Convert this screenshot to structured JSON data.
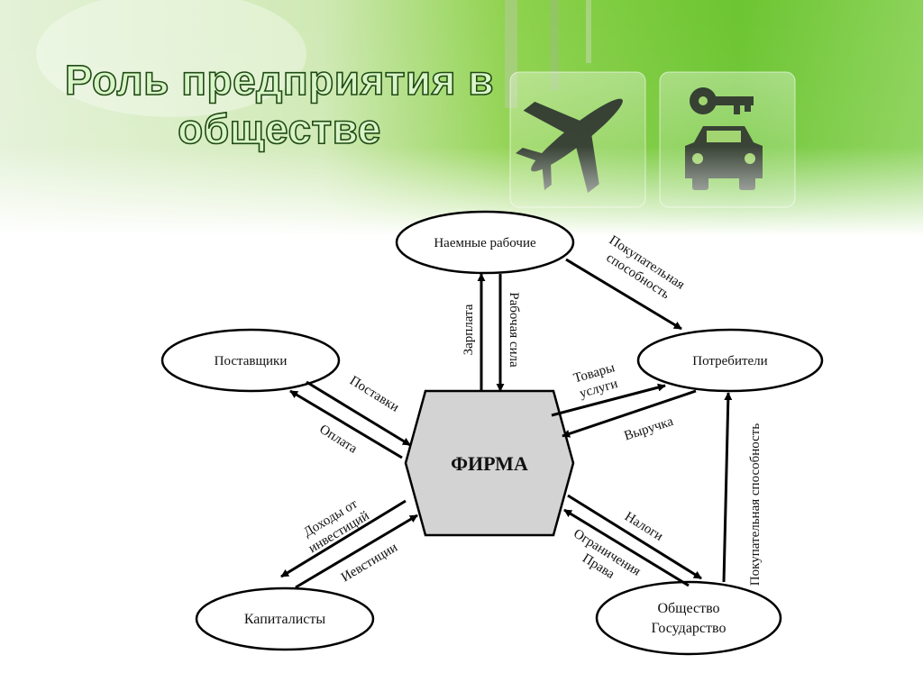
{
  "slide": {
    "title_line1": "Роль предприятия в",
    "title_line2": "обществе",
    "banner_icons": [
      "airplane-icon",
      "key-icon",
      "car-icon"
    ],
    "colors": {
      "banner_green": "#7ccc3c",
      "title_fill": "#d9f5c8",
      "title_outline": "#1f4a14",
      "firm_fill": "#d3d3d3"
    }
  },
  "diagram": {
    "nodes": {
      "firm": "ФИРМА",
      "workers": "Наемные рабочие",
      "suppliers": "Поставщики",
      "consumers": "Потребители",
      "capitalists": "Капиталисты",
      "society_line1": "Общество",
      "society_line2": "Государство"
    },
    "edges": {
      "salary": "Зарплата",
      "labor": "Рабочая сила",
      "purchasing_power_line1": "Покупательная",
      "purchasing_power_line2": "способность",
      "supplies": "Поставки",
      "payment": "Оплата",
      "goods_line1": "Товары",
      "goods_line2": "услуги",
      "revenue": "Выручка",
      "income_line1": "Доходы от",
      "income_line2": "инвестиций",
      "investments": "Иевстиции",
      "taxes": "Налоги",
      "restrictions_line1": "Ограничения",
      "restrictions_line2": "Права",
      "society_purchasing": "Покупательная способность"
    }
  }
}
